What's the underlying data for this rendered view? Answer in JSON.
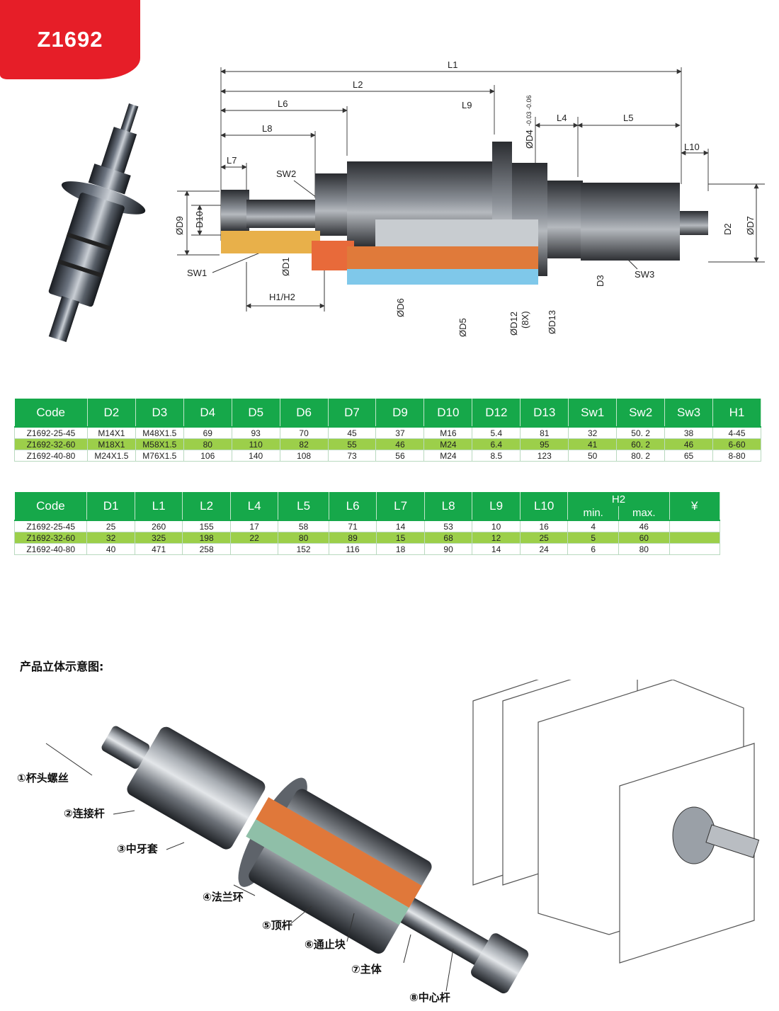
{
  "product_code": "Z1692",
  "drawing_labels": {
    "L1": "L1",
    "L2": "L2",
    "L4": "L4",
    "L5": "L5",
    "L6": "L6",
    "L7": "L7",
    "L8": "L8",
    "L9": "L9",
    "L10": "L10",
    "SW1": "SW1",
    "SW2": "SW2",
    "SW3": "SW3",
    "D1": "ØD1",
    "D2": "D2",
    "D3": "D3",
    "D4": "ØD4",
    "D4_tol": "-0.03 -0.06",
    "D5": "ØD5",
    "D6": "ØD6",
    "D7": "ØD7",
    "D9": "ØD9",
    "D10": "D10",
    "D12": "ØD12",
    "D12_qty": "(8X)",
    "D13": "ØD13",
    "H": "H1/H2"
  },
  "table1": {
    "headers": [
      "Code",
      "D2",
      "D3",
      "D4",
      "D5",
      "D6",
      "D7",
      "D9",
      "D10",
      "D12",
      "D13",
      "Sw1",
      "Sw2",
      "Sw3",
      "H1"
    ],
    "rows": [
      [
        "Z1692-25-45",
        "M14X1",
        "M48X1.5",
        "69",
        "93",
        "70",
        "45",
        "37",
        "M16",
        "5.4",
        "81",
        "32",
        "50. 2",
        "38",
        "4-45"
      ],
      [
        "Z1692-32-60",
        "M18X1",
        "M58X1.5",
        "80",
        "110",
        "82",
        "55",
        "46",
        "M24",
        "6.4",
        "95",
        "41",
        "60. 2",
        "46",
        "6-60"
      ],
      [
        "Z1692-40-80",
        "M24X1.5",
        "M76X1.5",
        "106",
        "140",
        "108",
        "73",
        "56",
        "M24",
        "8.5",
        "123",
        "50",
        "80. 2",
        "65",
        "8-80"
      ]
    ]
  },
  "table2": {
    "headers": [
      "Code",
      "D1",
      "L1",
      "L2",
      "L4",
      "L5",
      "L6",
      "L7",
      "L8",
      "L9",
      "L10"
    ],
    "h2_label": "H2",
    "h2_sub": [
      "min.",
      "max."
    ],
    "price_header": "¥",
    "rows": [
      [
        "Z1692-25-45",
        "25",
        "260",
        "155",
        "17",
        "58",
        "71",
        "14",
        "53",
        "10",
        "16",
        "4",
        "46",
        ""
      ],
      [
        "Z1692-32-60",
        "32",
        "325",
        "198",
        "22",
        "80",
        "89",
        "15",
        "68",
        "12",
        "25",
        "5",
        "60",
        ""
      ],
      [
        "Z1692-40-80",
        "40",
        "471",
        "258",
        "",
        "152",
        "116",
        "18",
        "90",
        "14",
        "24",
        "6",
        "80",
        ""
      ]
    ]
  },
  "caption": "产品立体示意图:",
  "parts": [
    "①杯头螺丝",
    "②连接杆",
    "③中牙套",
    "④法兰环",
    "⑤顶杆",
    "⑥通止块",
    "⑦主体",
    "⑧中心杆"
  ]
}
